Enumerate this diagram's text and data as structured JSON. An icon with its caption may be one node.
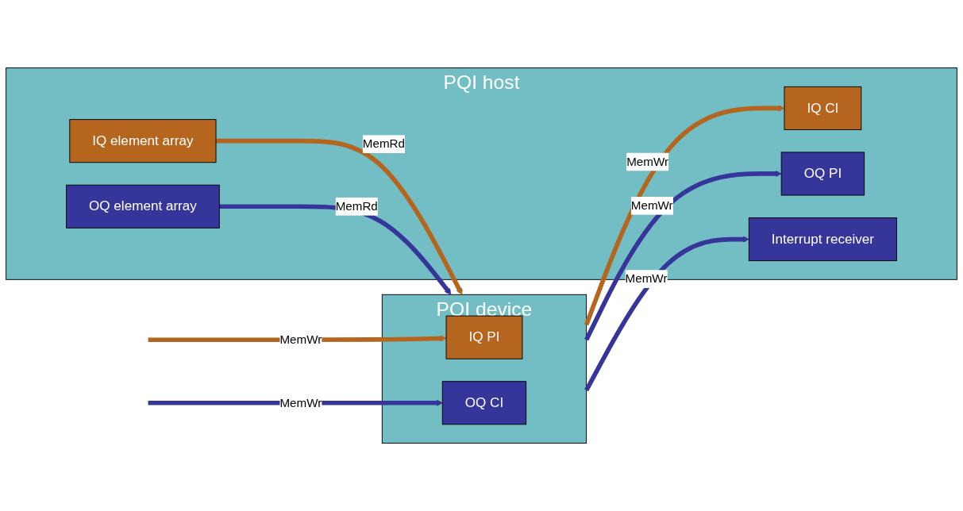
{
  "diagram": {
    "nodes": [
      {
        "text": [
          "PQI host"
        ]
      },
      {
        "text": [
          "IQ element array"
        ],
        "in": 0
      },
      {
        "text": [
          "IQ CI"
        ],
        "in": 0
      },
      {
        "text": [
          "OQ PI"
        ],
        "in": 0
      },
      {
        "text": [
          "OQ element array"
        ],
        "in": 0
      },
      {
        "text": [
          "Interrupt receiver"
        ],
        "in": 0
      },
      {
        "text": [
          "PQI device"
        ]
      },
      {
        "text": [
          "IQ PI"
        ],
        "in": 6
      },
      {
        "text": [
          "OQ CI"
        ],
        "in": 6
      }
    ],
    "edges": [
      {
        "from": 1,
        "to": 6,
        "arrow": "to",
        "label": "MemRd",
        "color": "#b5651d"
      },
      {
        "from": 6,
        "to": 2,
        "arrow": "to",
        "label": "MemWr",
        "color": "#b5651d"
      },
      {
        "from": null,
        "to": 7,
        "arrow": "to",
        "label": "MemWr",
        "color": "#b5651d"
      },
      {
        "from": null,
        "to": 8,
        "arrow": "to",
        "label": "MemWr"
      },
      {
        "from": 6,
        "to": 3,
        "arrow": "to",
        "label": "MemWr"
      },
      {
        "from": 4,
        "to": 6,
        "arrow": "to",
        "label": "MemRd"
      },
      {
        "from": 6,
        "to": 5,
        "arrow": "to",
        "label": "MemWr"
      }
    ]
  }
}
